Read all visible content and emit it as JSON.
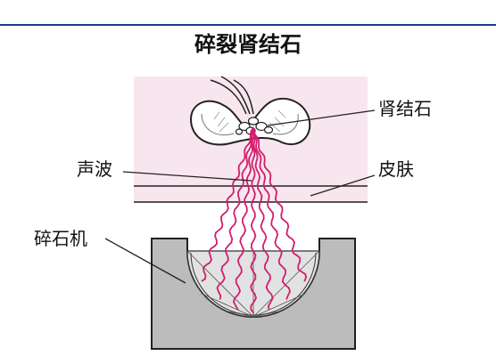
{
  "title": "碎裂肾结石",
  "labels": {
    "kidney_stone": "肾结石",
    "sound_wave": "声波",
    "skin": "皮肤",
    "lithotripter": "碎石机"
  },
  "colors": {
    "top_rule": "#1a3a8c",
    "body_panel": "#f8e6ee",
    "shock_wave": "#d21e6e",
    "lithotripter_shell": "#bcbcbc",
    "reflector_fill": "#e2e2e2"
  }
}
